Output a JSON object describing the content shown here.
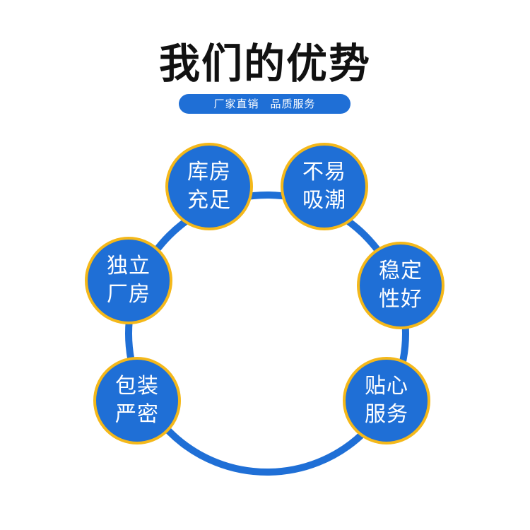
{
  "title": "我们的优势",
  "subtitle": "厂家直销　品质服务",
  "colors": {
    "primary": "#1f6fd6",
    "ring_border": "#f4b81a",
    "text": "#111111"
  },
  "badges": [
    {
      "line1": "库房",
      "line2": "充足"
    },
    {
      "line1": "不易",
      "line2": "吸潮"
    },
    {
      "line1": "独立",
      "line2": "厂房"
    },
    {
      "line1": "稳定",
      "line2": "性好"
    },
    {
      "line1": "包装",
      "line2": "严密"
    },
    {
      "line1": "贴心",
      "line2": "服务"
    }
  ]
}
